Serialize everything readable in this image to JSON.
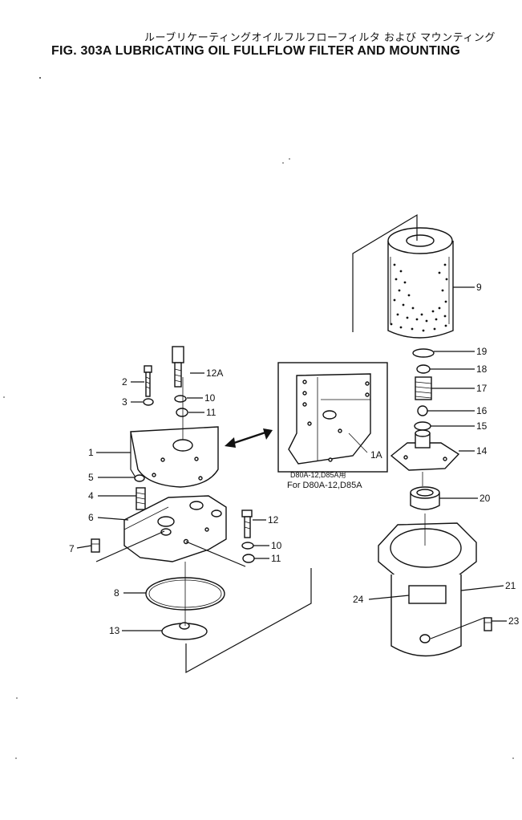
{
  "title": {
    "japanese": "ルーブリケーティングオイルフルフローフィルタ および マウンティング",
    "english": "FIG. 303A  LUBRICATING OIL FULLFLOW FILTER AND MOUNTING"
  },
  "callouts": [
    "1",
    "1A",
    "2",
    "3",
    "4",
    "5",
    "6",
    "7",
    "8",
    "9",
    "10",
    "10",
    "11",
    "11",
    "12",
    "12A",
    "13",
    "14",
    "15",
    "16",
    "17",
    "18",
    "19",
    "20",
    "21",
    "23",
    "24"
  ],
  "inset": {
    "label": "D80A-12,D85A用",
    "note": "For D80A-12,D85A"
  }
}
